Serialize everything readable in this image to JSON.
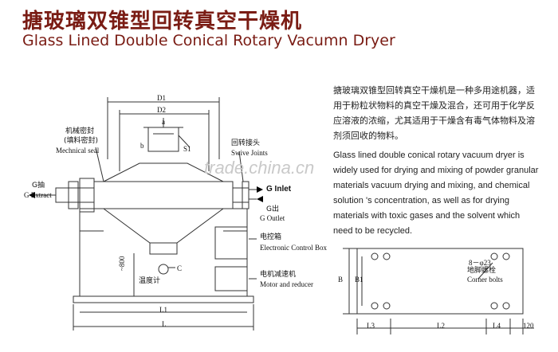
{
  "title_cn": "搪玻璃双锥型回转真空干燥机",
  "title_en": "Glass Lined Double Conical Rotary Vacumn Dryer",
  "description_cn": "搪玻璃双锥型回转真空干燥机是一种多用途机器，适用于粉粒状物料的真空干燥及混合，还可用于化学反应溶液的浓缩，尤其适用于干燥含有毒气体物料及溶剂须回收的物料。",
  "description_en": "Glass lined double conical rotary vacuum dryer is widely used for drying and mixing of powder granular materials vacuum drying and mixing, and chemical solution 's concentration, as well as for drying materials with toxic gases and the solvent which need to be recycled.",
  "watermark": "trade.china.cn",
  "diagram": {
    "d1": "D1",
    "d2": "D2",
    "a": "a",
    "b": "b",
    "s1": "S1",
    "seal_cn": "机械密封",
    "seal_cn2": "(填料密封)",
    "seal_en": "Mechnical seal",
    "joint_cn": "回转接头",
    "joint_en": "Swive Joints",
    "g_extract_cn": "G抽",
    "g_extract_en": "G Extract",
    "g_inlet": "G Inlet",
    "g_outlet_cn": "G出",
    "g_outlet_en": "G Outlet",
    "box_cn": "电控箱",
    "box_en": "Electronic Control Box",
    "c": "C",
    "thermo_cn": "温度计",
    "h800": "~800",
    "motor_cn": "电机减速机",
    "motor_en": "Motor and reducer",
    "l1": "L1",
    "l": "L"
  },
  "plan": {
    "bolts_label": "8－φ23",
    "bolts_cn": "地脚螺栓",
    "bolts_en": "Corner bolts",
    "b": "B",
    "b1": "B1",
    "l3": "L3",
    "l2": "L2",
    "l4": "L4",
    "dim_120": "120"
  }
}
